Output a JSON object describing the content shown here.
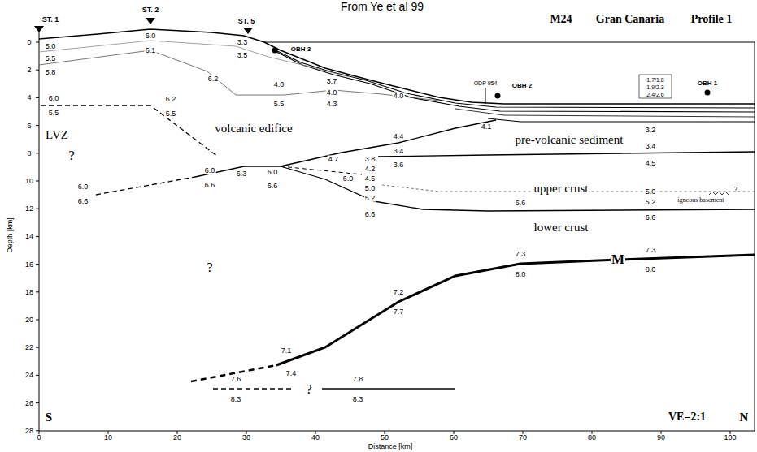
{
  "diagram": {
    "labels": [
      "From Ye et al 99",
      "ST. 1",
      "ST. 2",
      "ST. 5",
      "M24",
      "Gran Canaria",
      "Profile 1",
      "OBH 3",
      "ODP 954",
      "OBH 2",
      "OBH 1",
      "1.7/1.8",
      "1.9/2.3",
      "2.4/2.6",
      "5.0",
      "5.5",
      "5.8",
      "6.0",
      "6.1",
      "3.3",
      "3.5",
      "6.2",
      "4.0",
      "5.5",
      "3.7",
      "4.0",
      "4.3",
      "4.0",
      "4.1",
      "3.2",
      "6.0",
      "5.5",
      "6.2",
      "5.5",
      "LVZ",
      "?",
      "volcanic edifice",
      "pre-volcanic sediment",
      "4.4",
      "3.4",
      "4.7",
      "3.6",
      "3.4",
      "4.5",
      "3.8",
      "4.2",
      "4.5",
      "5.0",
      "5.2",
      "6.6",
      "6.0",
      "6.6",
      "6.3",
      "6.0",
      "6.6",
      "6.0",
      "6.0",
      "6.6",
      "upper crust",
      "5.0",
      "5.2",
      "6.6",
      "igneous basement",
      "?",
      "lower crust",
      "6.6",
      "M",
      "7.3",
      "8.0",
      "7.3",
      "8.0",
      "7.2",
      "7.7",
      "?",
      "7.1",
      "7.4",
      "7.6",
      "8.3",
      "?",
      "7.8",
      "8.3",
      "S",
      "VE=2:1",
      "N",
      "Depth [km]",
      "0",
      "2",
      "4",
      "6",
      "8",
      "10",
      "12",
      "14",
      "16",
      "18",
      "20",
      "22",
      "24",
      "26",
      "28",
      "0",
      "10",
      "20",
      "30",
      "40",
      "50",
      "60",
      "70",
      "80",
      "90",
      "100",
      "Distance [km]"
    ]
  }
}
